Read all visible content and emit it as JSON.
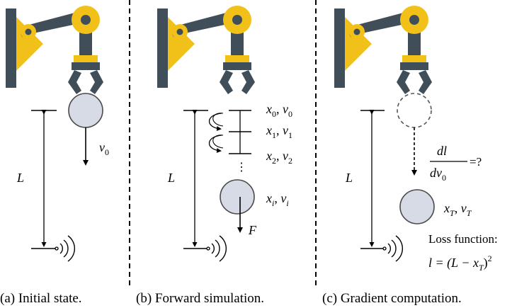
{
  "colors": {
    "arm_dark": "#3f4e58",
    "arm_yellow": "#f2c119",
    "ball_fill": "#d6dbe6",
    "ball_stroke": "#4a4a4a",
    "divider": "#000000"
  },
  "panels": [
    {
      "caption": "(a) Initial state.",
      "labels": {
        "length": "L",
        "velocity": "v",
        "velocity_sub": "0"
      }
    },
    {
      "caption": "(b) Forward simulation.",
      "labels": {
        "length": "L",
        "states": [
          {
            "x": "x",
            "xs": "0",
            "v": "v",
            "vs": "0"
          },
          {
            "x": "x",
            "xs": "1",
            "v": "v",
            "vs": "1"
          },
          {
            "x": "x",
            "xs": "2",
            "v": "v",
            "vs": "2"
          }
        ],
        "dots": "⋮",
        "current": {
          "x": "x",
          "xs": "i",
          "v": "v",
          "vs": "i"
        },
        "force": "F"
      }
    },
    {
      "caption": "(c) Gradient computation.",
      "labels": {
        "length": "L",
        "grad_num": "dl",
        "grad_den": "dv",
        "grad_den_sub": "0",
        "grad_eq": "=?",
        "final": {
          "x": "x",
          "xs": "T",
          "v": "v",
          "vs": "T"
        },
        "loss_title": "Loss function:",
        "loss_lhs": "l = (L − x",
        "loss_sub": "T",
        "loss_rhs": ")",
        "loss_exp": "2"
      }
    }
  ]
}
